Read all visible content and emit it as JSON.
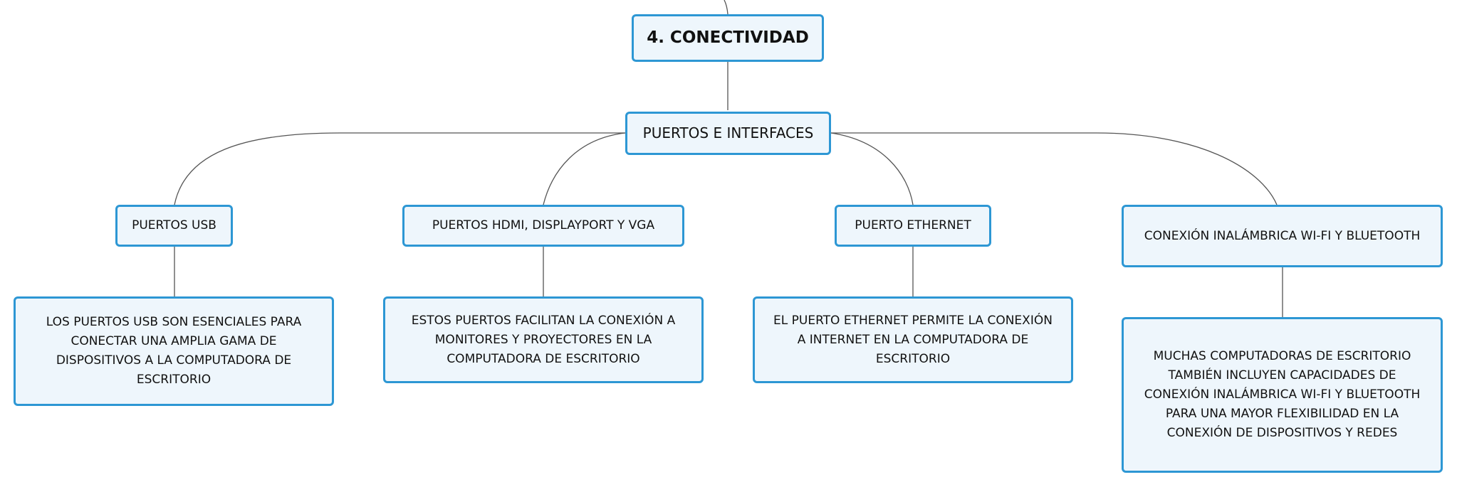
{
  "colors": {
    "node_border": "#2d97d4",
    "node_fill": "#eef6fc",
    "connector": "#555555",
    "text": "#111111"
  },
  "root": {
    "label": "4. CONECTIVIDAD"
  },
  "main_topic": {
    "label": "PUERTOS E INTERFACES"
  },
  "branches": [
    {
      "label": "PUERTOS USB",
      "description": "LOS PUERTOS USB SON ESENCIALES PARA CONECTAR UNA AMPLIA GAMA DE DISPOSITIVOS A LA COMPUTADORA DE ESCRITORIO"
    },
    {
      "label": "PUERTOS HDMI, DISPLAYPORT Y VGA",
      "description": "ESTOS PUERTOS FACILITAN LA CONEXIÓN A MONITORES Y PROYECTORES EN LA COMPUTADORA DE ESCRITORIO"
    },
    {
      "label": "PUERTO ETHERNET",
      "description": "EL PUERTO ETHERNET PERMITE LA CONEXIÓN A INTERNET EN LA COMPUTADORA DE ESCRITORIO"
    },
    {
      "label": "CONEXIÓN INALÁMBRICA WI-FI Y BLUETOOTH",
      "description": "MUCHAS COMPUTADORAS DE ESCRITORIO TAMBIÉN INCLUYEN CAPACIDADES DE CONEXIÓN INALÁMBRICA WI-FI Y BLUETOOTH PARA UNA MAYOR FLEXIBILIDAD EN LA CONEXIÓN DE DISPOSITIVOS Y REDES"
    }
  ]
}
